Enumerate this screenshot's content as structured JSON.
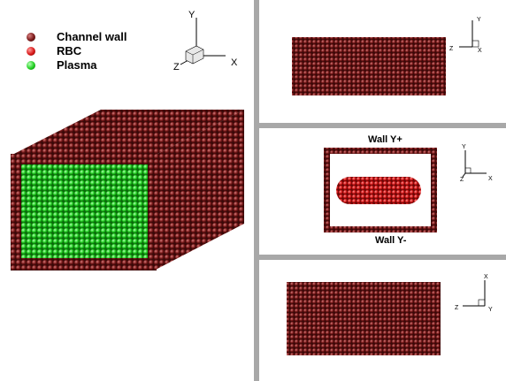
{
  "legend": {
    "items": [
      {
        "label": "Channel wall",
        "color": "#7a1a1a"
      },
      {
        "label": "RBC",
        "color": "#d81818"
      },
      {
        "label": "Plasma",
        "color": "#22d022"
      }
    ]
  },
  "axes_main": {
    "x": "X",
    "y": "Y",
    "z": "Z"
  },
  "axes_top": {
    "x": "X",
    "y": "Y",
    "z": "Z"
  },
  "axes_mid": {
    "x": "X",
    "y": "Y",
    "z": "Z"
  },
  "axes_bot": {
    "x": "Y",
    "y": "X",
    "z": "Z"
  },
  "wall_labels": {
    "top": "Wall Y+",
    "bottom": "Wall Y-"
  },
  "colors": {
    "wall": "#7a1a1a",
    "wall_highlight": "#c87a7a",
    "rbc": "#d81818",
    "plasma": "#22d022",
    "separator": "#a8a8a8"
  }
}
